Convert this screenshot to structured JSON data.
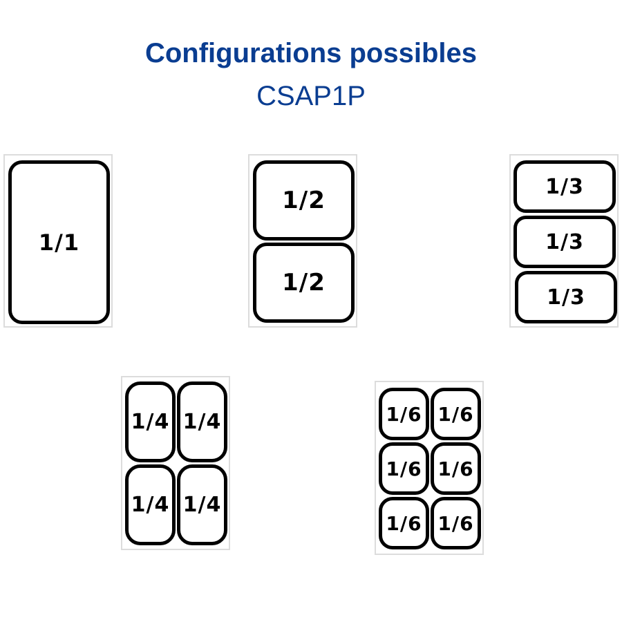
{
  "header": {
    "title": "Configurations possibles",
    "subtitle": "CSAP1P"
  },
  "configurations": [
    {
      "pan_labels": [
        "1/1"
      ]
    },
    {
      "pan_labels": [
        "1/2",
        "1/2"
      ]
    },
    {
      "pan_labels": [
        "1/3",
        "1/3",
        "1/3"
      ]
    },
    {
      "pan_labels": [
        "1/4",
        "1/4",
        "1/4",
        "1/4"
      ]
    },
    {
      "pan_labels": [
        "1/6",
        "1/6",
        "1/6",
        "1/6",
        "1/6",
        "1/6"
      ]
    }
  ],
  "colors": {
    "heading": "#0a3d91",
    "pan_outline": "#000000",
    "tray_outline": "#dcdcdc"
  }
}
